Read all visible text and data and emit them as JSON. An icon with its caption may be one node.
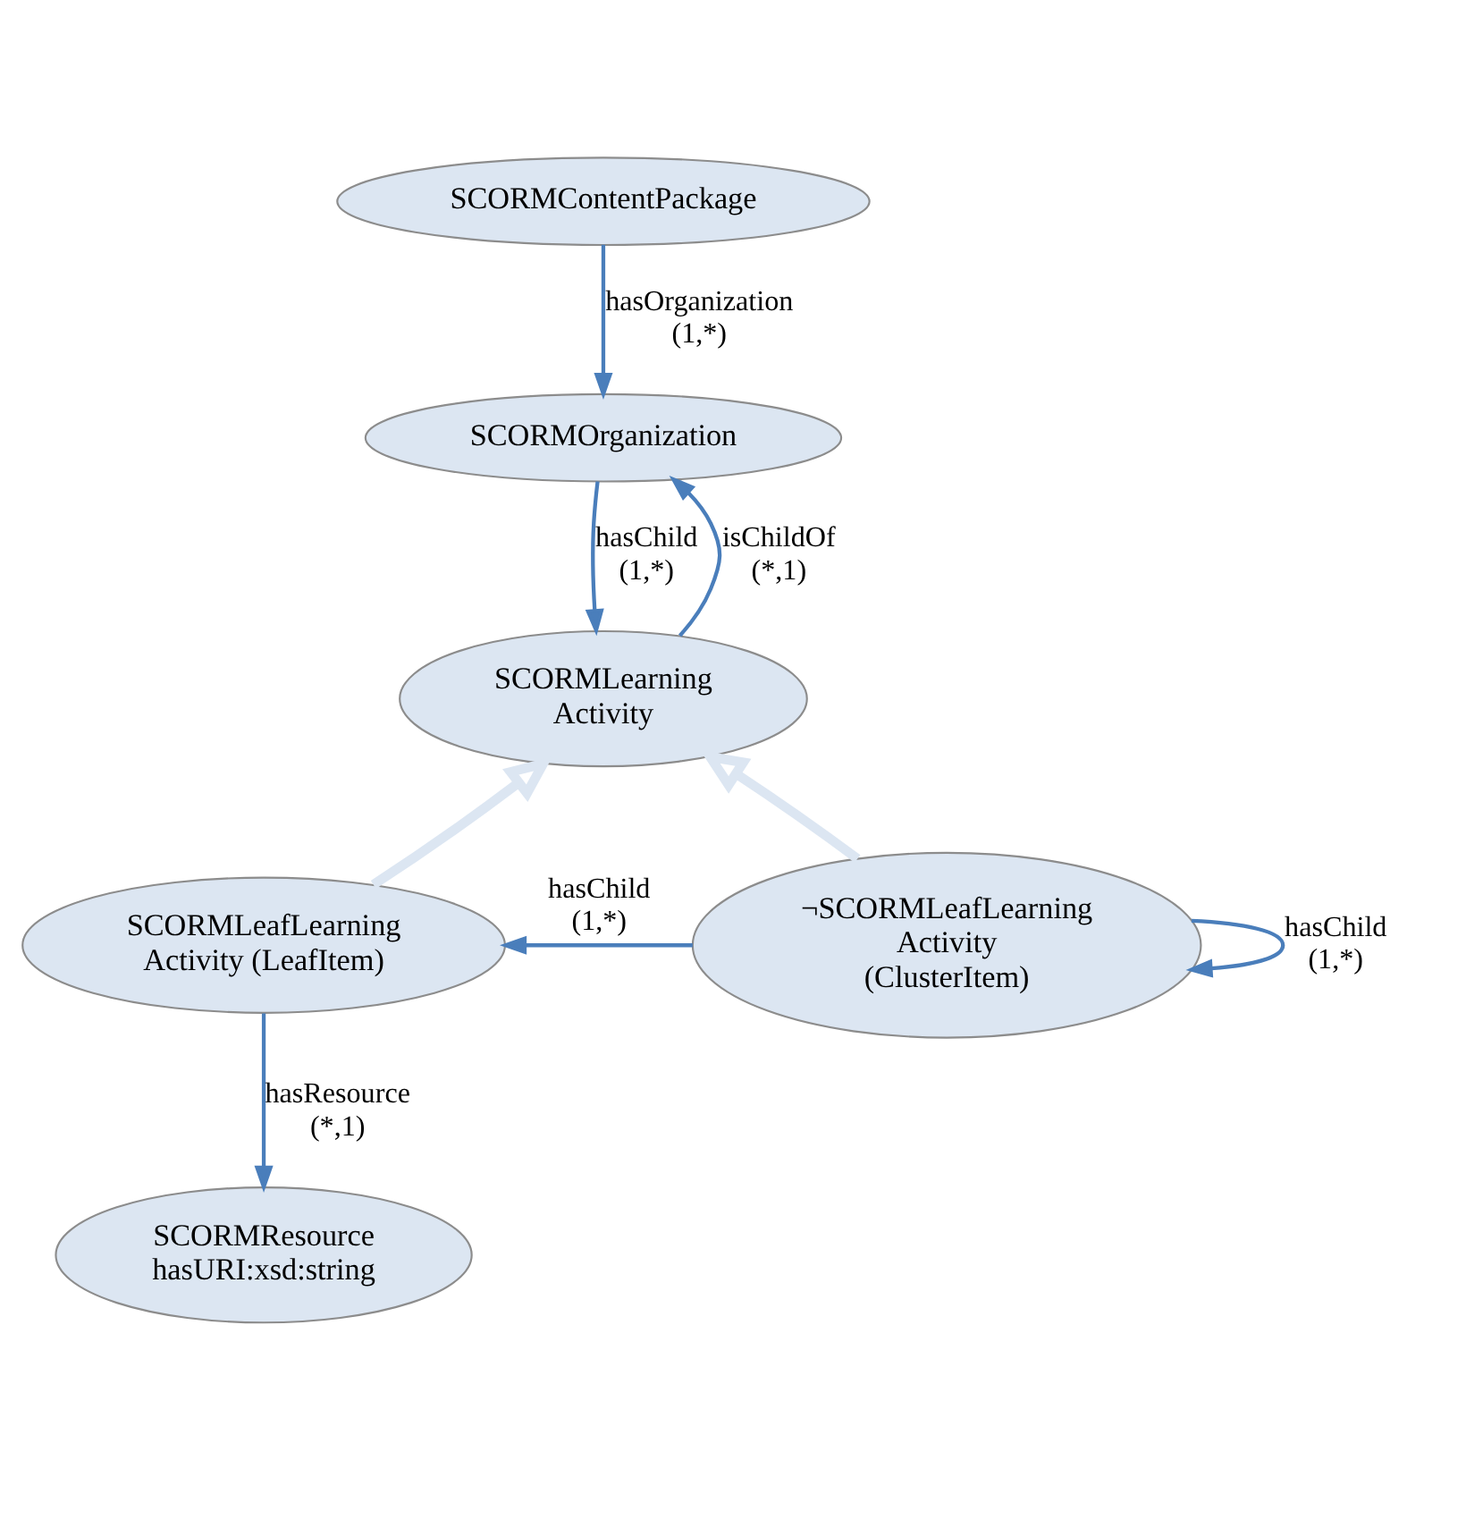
{
  "diagram": {
    "nodes": [
      {
        "text": [
          "SCORMContentPackage"
        ]
      },
      {
        "text": [
          "SCORMOrganization"
        ]
      },
      {
        "text": [
          "SCORMLearning Activity"
        ]
      },
      {
        "text": [
          "SCORMLeafLearning Activity (LeafItem)"
        ]
      },
      {
        "text": [
          "¬SCORMLeafLearning Activity (ClusterItem)"
        ]
      },
      {
        "text": [
          "SCORMResource hasURI:xsd:string"
        ]
      }
    ],
    "edges": [
      {
        "from": 0,
        "to": 1,
        "arrow": "to",
        "label": "hasOrganization (1,*)"
      },
      {
        "from": 1,
        "to": 2,
        "arrow": "to",
        "label": "hasChild (1,*)"
      },
      {
        "from": 2,
        "to": 1,
        "arrow": "to",
        "label": "isChildOf (*,1)"
      },
      {
        "from": 3,
        "to": 2,
        "arrow": "to",
        "style": "thick",
        "color": "#dce6f2"
      },
      {
        "from": 4,
        "to": 2,
        "arrow": "to",
        "style": "thick",
        "color": "#dce6f2"
      },
      {
        "from": 4,
        "to": 4,
        "arrow": "to",
        "label": "hasChild (1,*)"
      },
      {
        "from": 4,
        "to": 3,
        "arrow": "to",
        "label": "hasChild (1,*)"
      },
      {
        "from": 3,
        "to": 5,
        "arrow": "to",
        "label": "hasResource (*,1)"
      }
    ]
  }
}
